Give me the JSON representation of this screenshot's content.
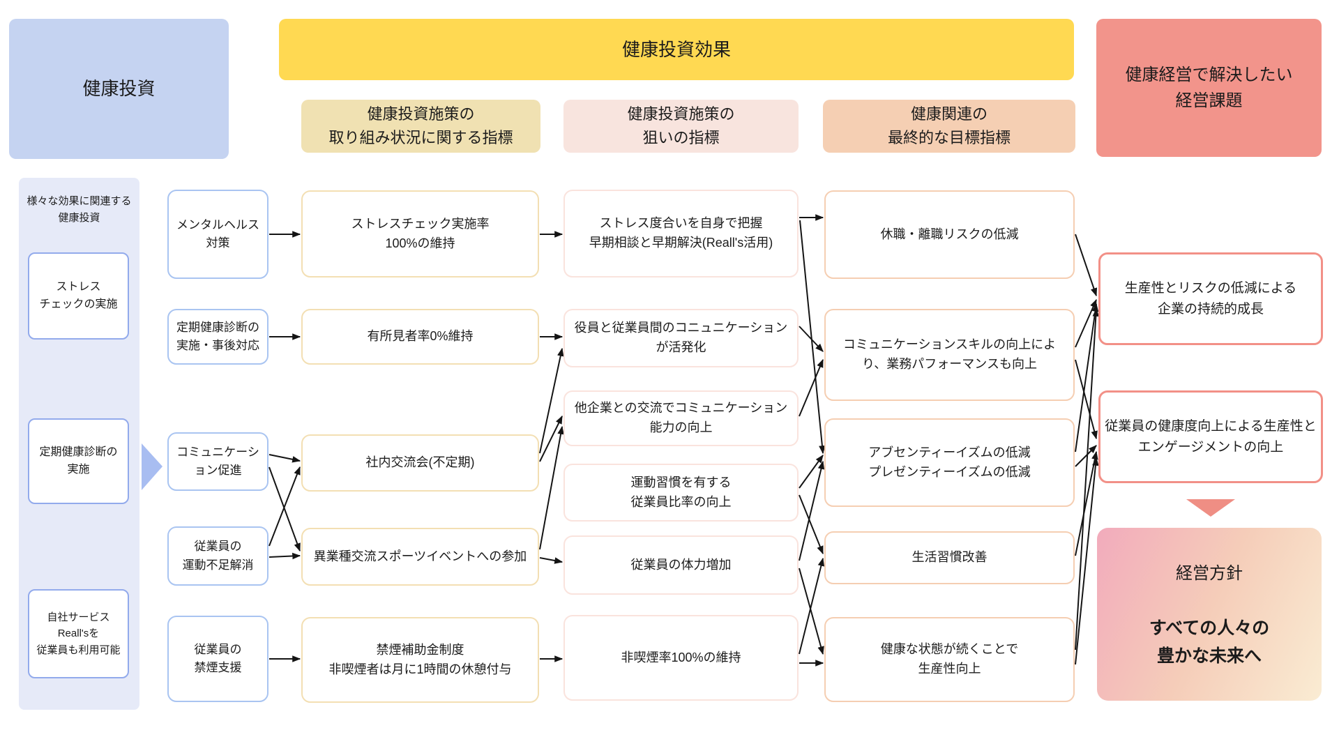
{
  "header": {
    "investment": "健康投資",
    "effect_banner": "健康投資効果",
    "sub_indicators": [
      "健康投資施策の\n取り組み状況に関する指標",
      "健康投資施策の\n狙いの指標",
      "健康関連の\n最終的な目標指標"
    ],
    "management_issues": "健康経営で解決したい\n経営課題"
  },
  "left_panel": {
    "label": "様々な効果に関連する\n健康投資",
    "items": [
      "ストレス\nチェックの実施",
      "定期健康診断の\n実施",
      "自社サービス\nReall'sを\n従業員も利用可能"
    ]
  },
  "measures": [
    "メンタルヘルス\n対策",
    "定期健康診断の\n実施・事後対応",
    "コミュニケーシ\nョン促進",
    "従業員の\n運動不足解消",
    "従業員の\n禁煙支援"
  ],
  "status_indicators": [
    "ストレスチェック実施率\n100%の維持",
    "有所見者率0%維持",
    "社内交流会(不定期)",
    "異業種交流スポーツイベントへの参加",
    "禁煙補助金制度\n非喫煙者は月に1時間の休憩付与"
  ],
  "aim_indicators": [
    "ストレス度合いを自身で把握\n早期相談と早期解決(Reall's活用)",
    "役員と従業員間のコニュニケーション\nが活発化",
    "他企業との交流でコミュニケーション\n能力の向上",
    "運動習慣を有する\n従業員比率の向上",
    "従業員の体力増加",
    "非喫煙率100%の維持"
  ],
  "final_indicators": [
    "休職・離職リスクの低減",
    "コミュニケーションスキルの向上によ\nり、業務パフォーマンスも向上",
    "アブセンティーイズムの低減\nプレゼンティーイズムの低減",
    "生活習慣改善",
    "健康な状態が続くことで\n生産性向上"
  ],
  "issues": [
    "生産性とリスクの低減による\n企業の持続的成長",
    "従業員の健康度向上による生産性と\nエンゲージメントの向上"
  ],
  "policy": {
    "title": "経営方針",
    "slogan": "すべての人々の\n豊かな未来へ"
  },
  "colors": {
    "investment_header_bg": "#c5d3f1",
    "effect_banner_bg": "#ffd952",
    "status_header_bg": "#f0e1b2",
    "aim_header_bg": "#f8e4de",
    "final_header_bg": "#f5cfb3",
    "issues_header_bg": "#f2948b",
    "left_panel_bg": "#e6eaf8",
    "col1_border": "#92aaec",
    "col2_border": "#a9c4f1",
    "col3_border": "#f3dfb3",
    "col4_border": "#fae3dd",
    "col5_border": "#f5ceb2",
    "issue_border": "#f29087",
    "arrow": "#141414",
    "left_arrow_fill": "#a8bdf1",
    "down_triangle_fill": "#ef8e84",
    "policy_gradient": [
      "#f2abbc",
      "#f5cdb9",
      "#faecd3"
    ]
  },
  "edges": [
    [
      386,
      336,
      430,
      336
    ],
    [
      386,
      483,
      430,
      483
    ],
    [
      386,
      652,
      430,
      661
    ],
    [
      386,
      670,
      430,
      790
    ],
    [
      386,
      783,
      430,
      670
    ],
    [
      386,
      799,
      430,
      797
    ],
    [
      386,
      945,
      430,
      945
    ],
    [
      774,
      336,
      806,
      336
    ],
    [
      774,
      483,
      806,
      483
    ],
    [
      774,
      650,
      806,
      500
    ],
    [
      774,
      662,
      806,
      597
    ],
    [
      774,
      788,
      806,
      612
    ],
    [
      774,
      800,
      806,
      806
    ],
    [
      774,
      945,
      806,
      945
    ],
    [
      1146,
      312,
      1180,
      312
    ],
    [
      1147,
      316,
      1180,
      650
    ],
    [
      1146,
      468,
      1180,
      504
    ],
    [
      1146,
      597,
      1180,
      516
    ],
    [
      1146,
      700,
      1180,
      653
    ],
    [
      1146,
      710,
      1180,
      794
    ],
    [
      1146,
      804,
      1180,
      662
    ],
    [
      1146,
      815,
      1180,
      938
    ],
    [
      1146,
      938,
      1180,
      801
    ],
    [
      1146,
      951,
      1180,
      951
    ],
    [
      1542,
      336,
      1572,
      424
    ],
    [
      1542,
      498,
      1572,
      430
    ],
    [
      1542,
      516,
      1572,
      629
    ],
    [
      1542,
      648,
      1572,
      436
    ],
    [
      1542,
      669,
      1572,
      639
    ],
    [
      1542,
      797,
      1572,
      648
    ],
    [
      1542,
      932,
      1572,
      443
    ],
    [
      1542,
      953,
      1572,
      657
    ]
  ]
}
